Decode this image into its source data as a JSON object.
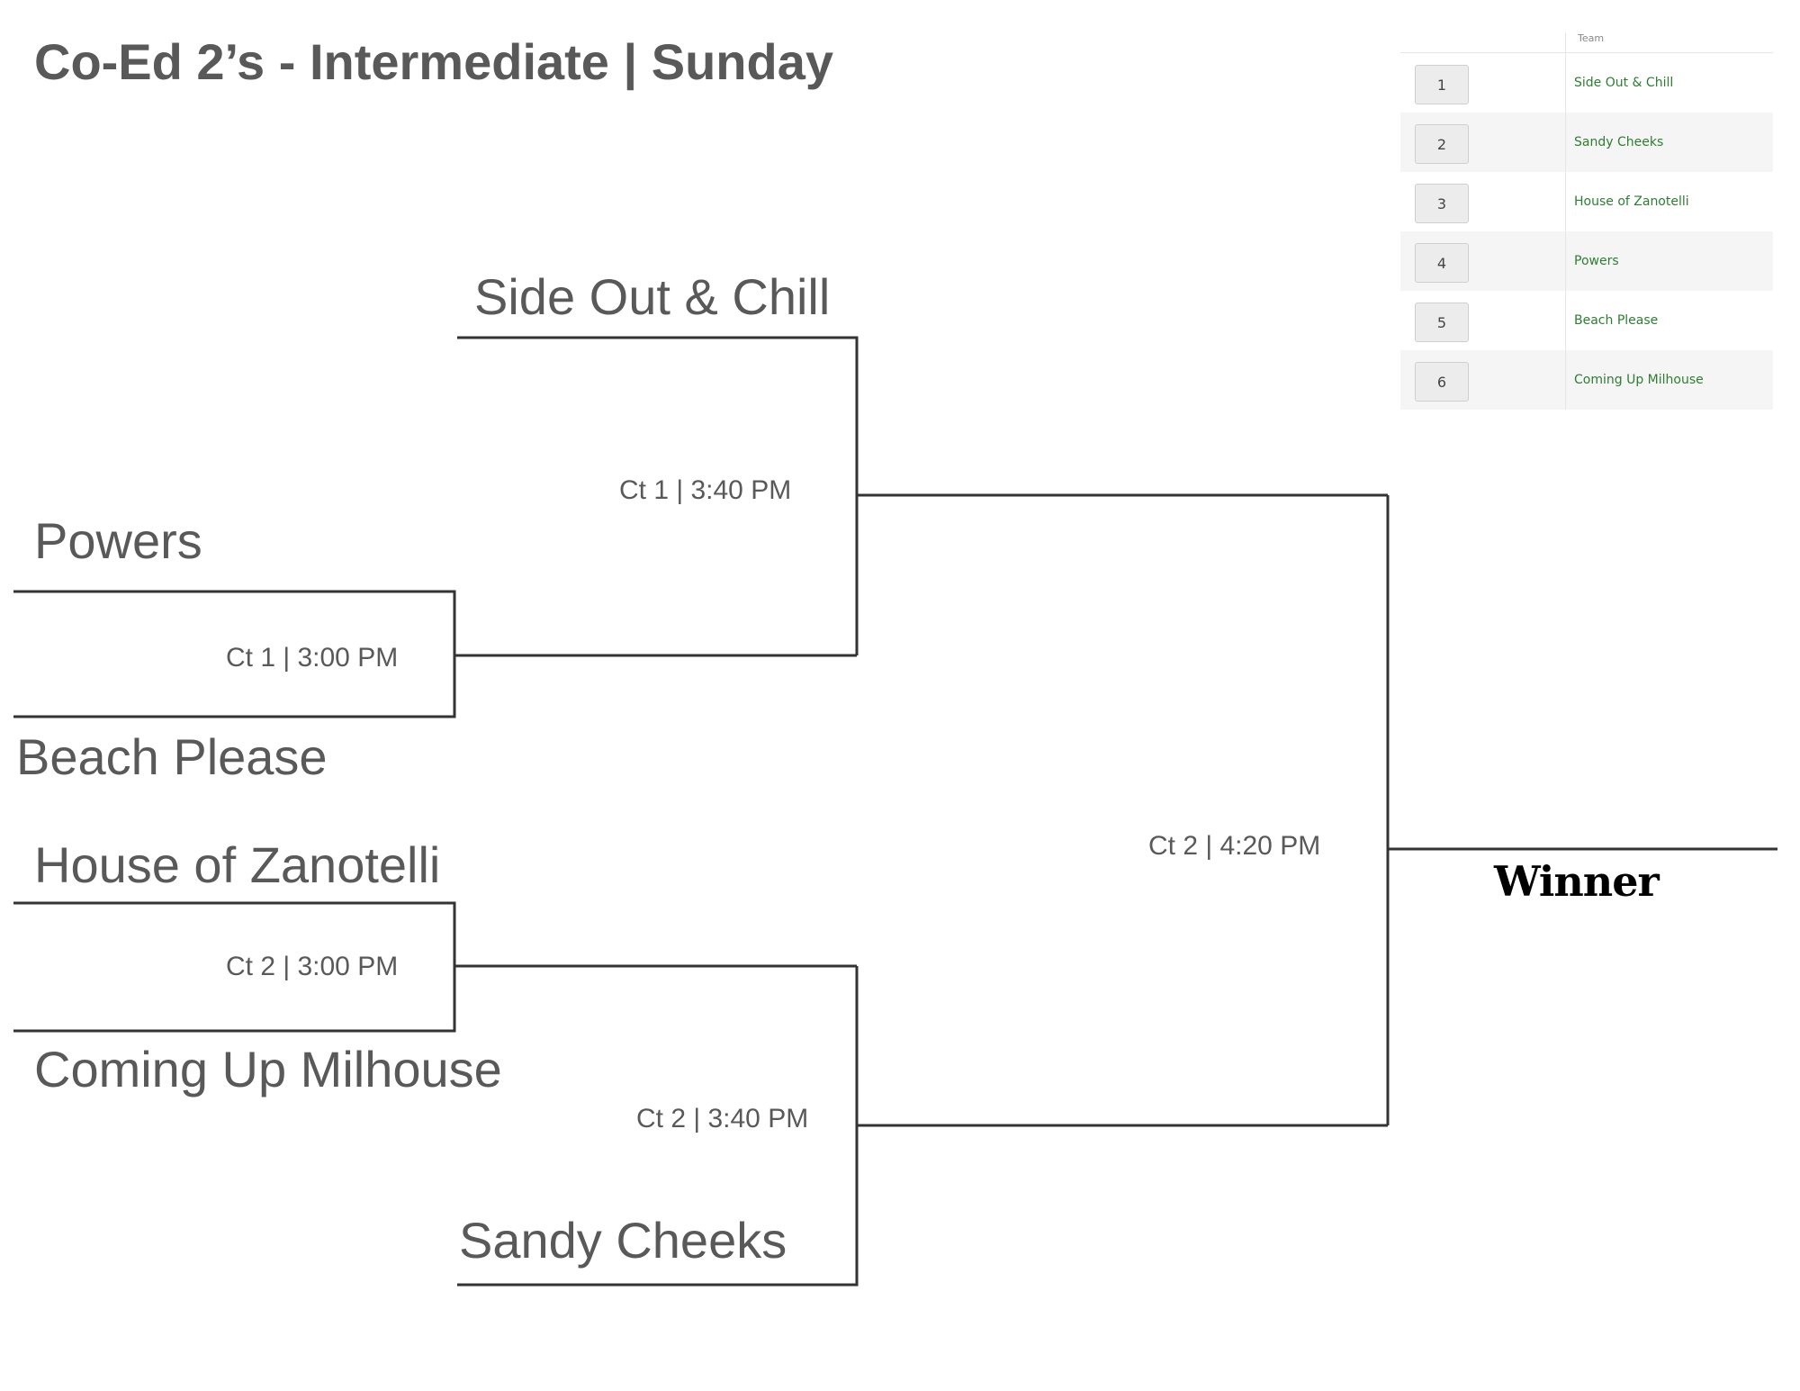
{
  "title": "Co-Ed 2’s - Intermediate | Sunday",
  "winner_label": "Winner",
  "teams": {
    "side_out": "Side Out & Chill",
    "powers": "Powers",
    "beach_please": "Beach Please",
    "house_zanotelli": "House of Zanotelli",
    "coming_up": "Coming Up Milhouse",
    "sandy_cheeks": "Sandy Cheeks"
  },
  "matches": {
    "qf1": "Ct 1 | 3:00 PM",
    "qf2": "Ct 2 | 3:00 PM",
    "sf1": "Ct 1 | 3:40 PM",
    "sf2": "Ct 2 | 3:40 PM",
    "final": "Ct 2 | 4:20 PM"
  },
  "seeding": {
    "header": "Team",
    "rows": [
      {
        "seed": "1",
        "team": "Side Out & Chill"
      },
      {
        "seed": "2",
        "team": "Sandy Cheeks"
      },
      {
        "seed": "3",
        "team": "House of Zanotelli"
      },
      {
        "seed": "4",
        "team": "Powers"
      },
      {
        "seed": "5",
        "team": "Beach Please"
      },
      {
        "seed": "6",
        "team": "Coming Up Milhouse"
      }
    ]
  },
  "colors": {
    "text": "#595959",
    "lines": "#333333",
    "seed_name": "#2e7d32",
    "winner": "#000000"
  }
}
